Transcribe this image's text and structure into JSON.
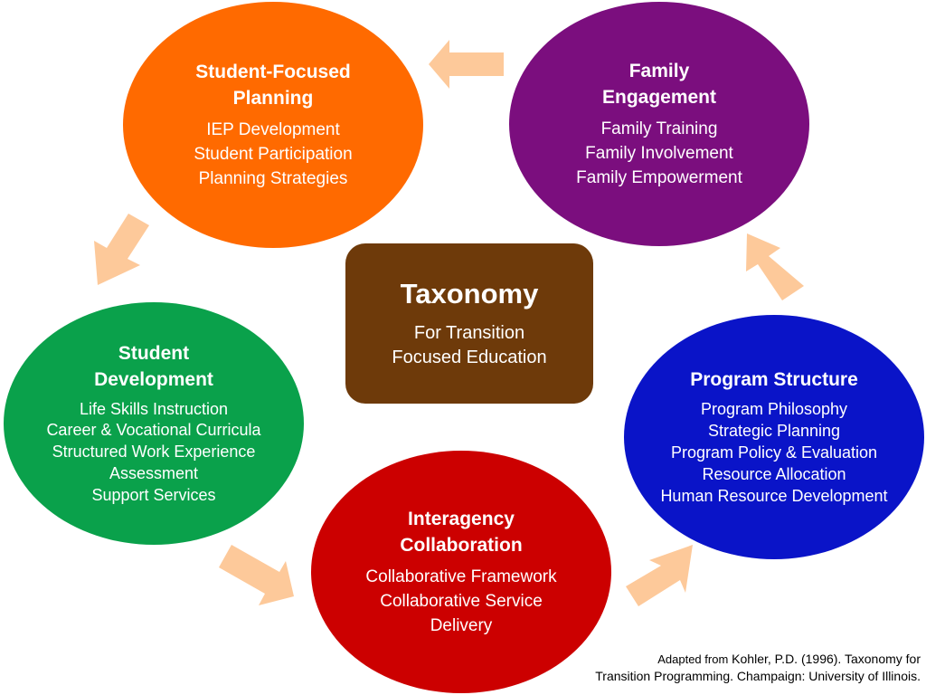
{
  "colors": {
    "student_focused": "#ff6a00",
    "family": "#7b0e7e",
    "student_development": "#0aa14b",
    "program_structure": "#0a14c8",
    "interagency": "#cc0000",
    "taxonomy_box": "#6e3a0a",
    "arrow": "#fdc99a"
  },
  "center": {
    "title": "Taxonomy",
    "subtitle": [
      "For Transition",
      "Focused Education"
    ]
  },
  "nodes": {
    "student_focused": {
      "title": [
        "Student-Focused",
        "Planning"
      ],
      "items": [
        "IEP Development",
        "Student Participation",
        "Planning Strategies"
      ]
    },
    "family": {
      "title": [
        "Family",
        "Engagement"
      ],
      "items": [
        "Family Training",
        "Family Involvement",
        "Family Empowerment"
      ]
    },
    "student_development": {
      "title": [
        "Student",
        "Development"
      ],
      "items": [
        "Life Skills Instruction",
        "Career & Vocational Curricula",
        "Structured Work Experience",
        "Assessment",
        "Support Services"
      ]
    },
    "program_structure": {
      "title": [
        "Program Structure"
      ],
      "items": [
        "Program Philosophy",
        "Strategic Planning",
        "Program Policy & Evaluation",
        "Resource Allocation",
        "Human Resource Development"
      ]
    },
    "interagency": {
      "title": [
        "Interagency",
        "Collaboration"
      ],
      "items": [
        "Collaborative Framework",
        "Collaborative Service",
        "Delivery"
      ]
    }
  },
  "citation": {
    "prefix": "Adapted from",
    "line1": "Kohler, P.D. (1996). Taxonomy for",
    "line2": "Transition Programming. Champaign: University of Illinois."
  }
}
